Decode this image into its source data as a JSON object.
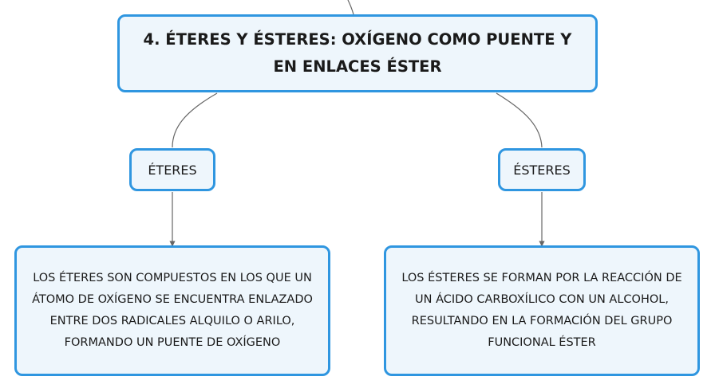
{
  "diagram": {
    "main_topic": {
      "text": "4. ÉTERES Y ÉSTERES: OXÍGENO COMO PUENTE Y EN ENLACES ÉSTER"
    },
    "branches": [
      {
        "label": "ÉTERES",
        "description": "LOS ÉTERES SON COMPUESTOS EN LOS QUE UN ÁTOMO DE OXÍGENO SE ENCUENTRA ENLAZADO ENTRE DOS RADICALES ALQUILO O ARILO, FORMANDO UN PUENTE DE OXÍGENO"
      },
      {
        "label": "ÉSTERES",
        "description": "LOS ÉSTERES SE FORMAN POR LA REACCIÓN DE UN ÁCIDO CARBOXÍLICO CON UN ALCOHOL, RESULTANDO EN LA FORMACIÓN DEL GRUPO FUNCIONAL ÉSTER"
      }
    ]
  },
  "colors": {
    "node_border": "#2f96e0",
    "node_fill": "#eef6fc",
    "connector": "#666666",
    "text": "#1a1a1a"
  }
}
